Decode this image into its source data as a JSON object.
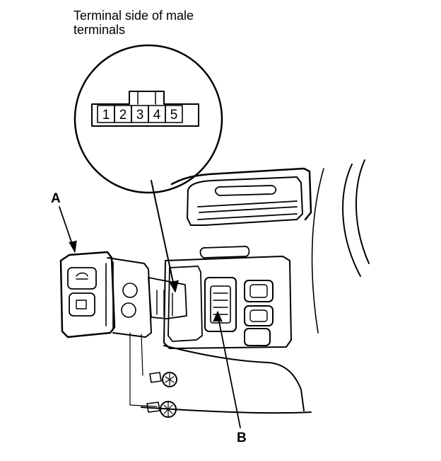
{
  "caption": {
    "line1": "Terminal side of male",
    "line2": "terminals"
  },
  "connector": {
    "terminals": [
      "1",
      "2",
      "3",
      "4",
      "5"
    ]
  },
  "callouts": {
    "a": "A",
    "b": "B"
  }
}
